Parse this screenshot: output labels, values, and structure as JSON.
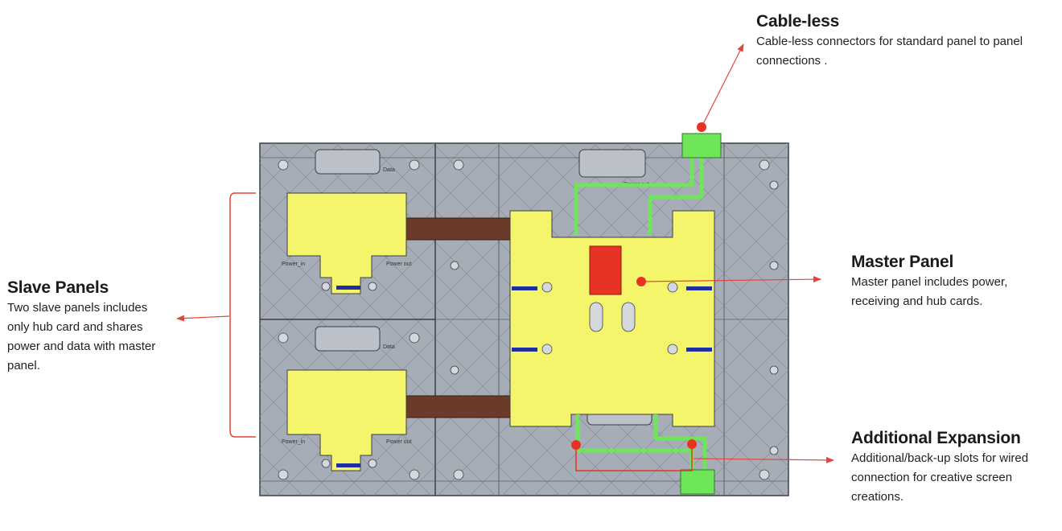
{
  "callouts": {
    "cable_less": {
      "title": "Cable-less",
      "description": "Cable-less connectors for standard panel to panel connections ."
    },
    "master_panel": {
      "title": "Master Panel",
      "description": "Master panel includes power, receiving and hub cards."
    },
    "additional_expansion": {
      "title": "Additional Expansion",
      "description": "Additional/back-up slots for wired connection for creative screen creations."
    },
    "slave_panels": {
      "title": "Slave Panels",
      "description": "Two slave panels includes only hub card and shares power and data with master panel."
    }
  },
  "panel_labels": {
    "data": "Data",
    "power_out": "Power out",
    "power_in": "Power_in",
    "power_out_short": "Power out"
  },
  "colors": {
    "panel_frame": "#a7adb7",
    "card": "#f5f56b",
    "master_card": "#e83224",
    "connector": "#6fe65a",
    "arrow": "#e0473a",
    "bar": "#6b3a2a",
    "slot": "#1f2fa0"
  }
}
